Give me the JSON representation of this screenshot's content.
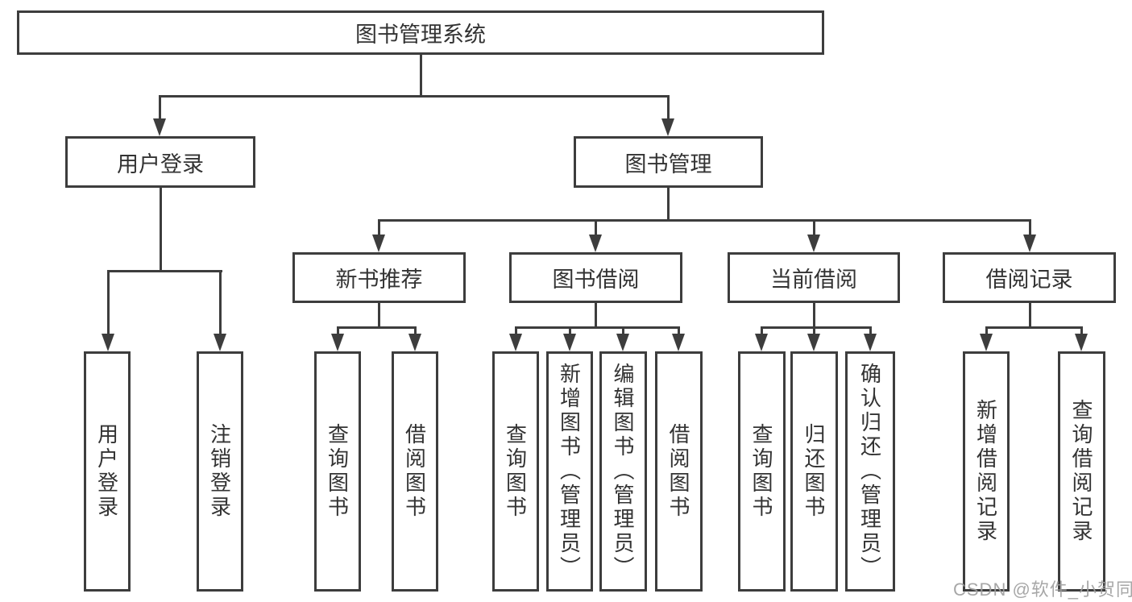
{
  "tree": {
    "root": "图书管理系统",
    "branches": [
      {
        "label": "用户登录",
        "children": [
          "用户登录",
          "注销登录"
        ]
      },
      {
        "label": "图书管理",
        "children": [
          {
            "label": "新书推荐",
            "children": [
              "查询图书",
              "借阅图书"
            ]
          },
          {
            "label": "图书借阅",
            "children": [
              "查询图书",
              "新增图书（管理员）",
              "编辑图书（管理员）",
              "借阅图书"
            ]
          },
          {
            "label": "当前借阅",
            "children": [
              "查询图书",
              "归还图书",
              "确认归还（管理员）"
            ]
          },
          {
            "label": "借阅记录",
            "children": [
              "新增借阅记录",
              "查询借阅记录"
            ]
          }
        ]
      }
    ]
  },
  "watermark": "CSDN @软件_小贺同学",
  "colors": {
    "line": "#3d3d3d",
    "text": "#333333",
    "watermark": "#9e9e9e",
    "background": "#ffffff"
  }
}
